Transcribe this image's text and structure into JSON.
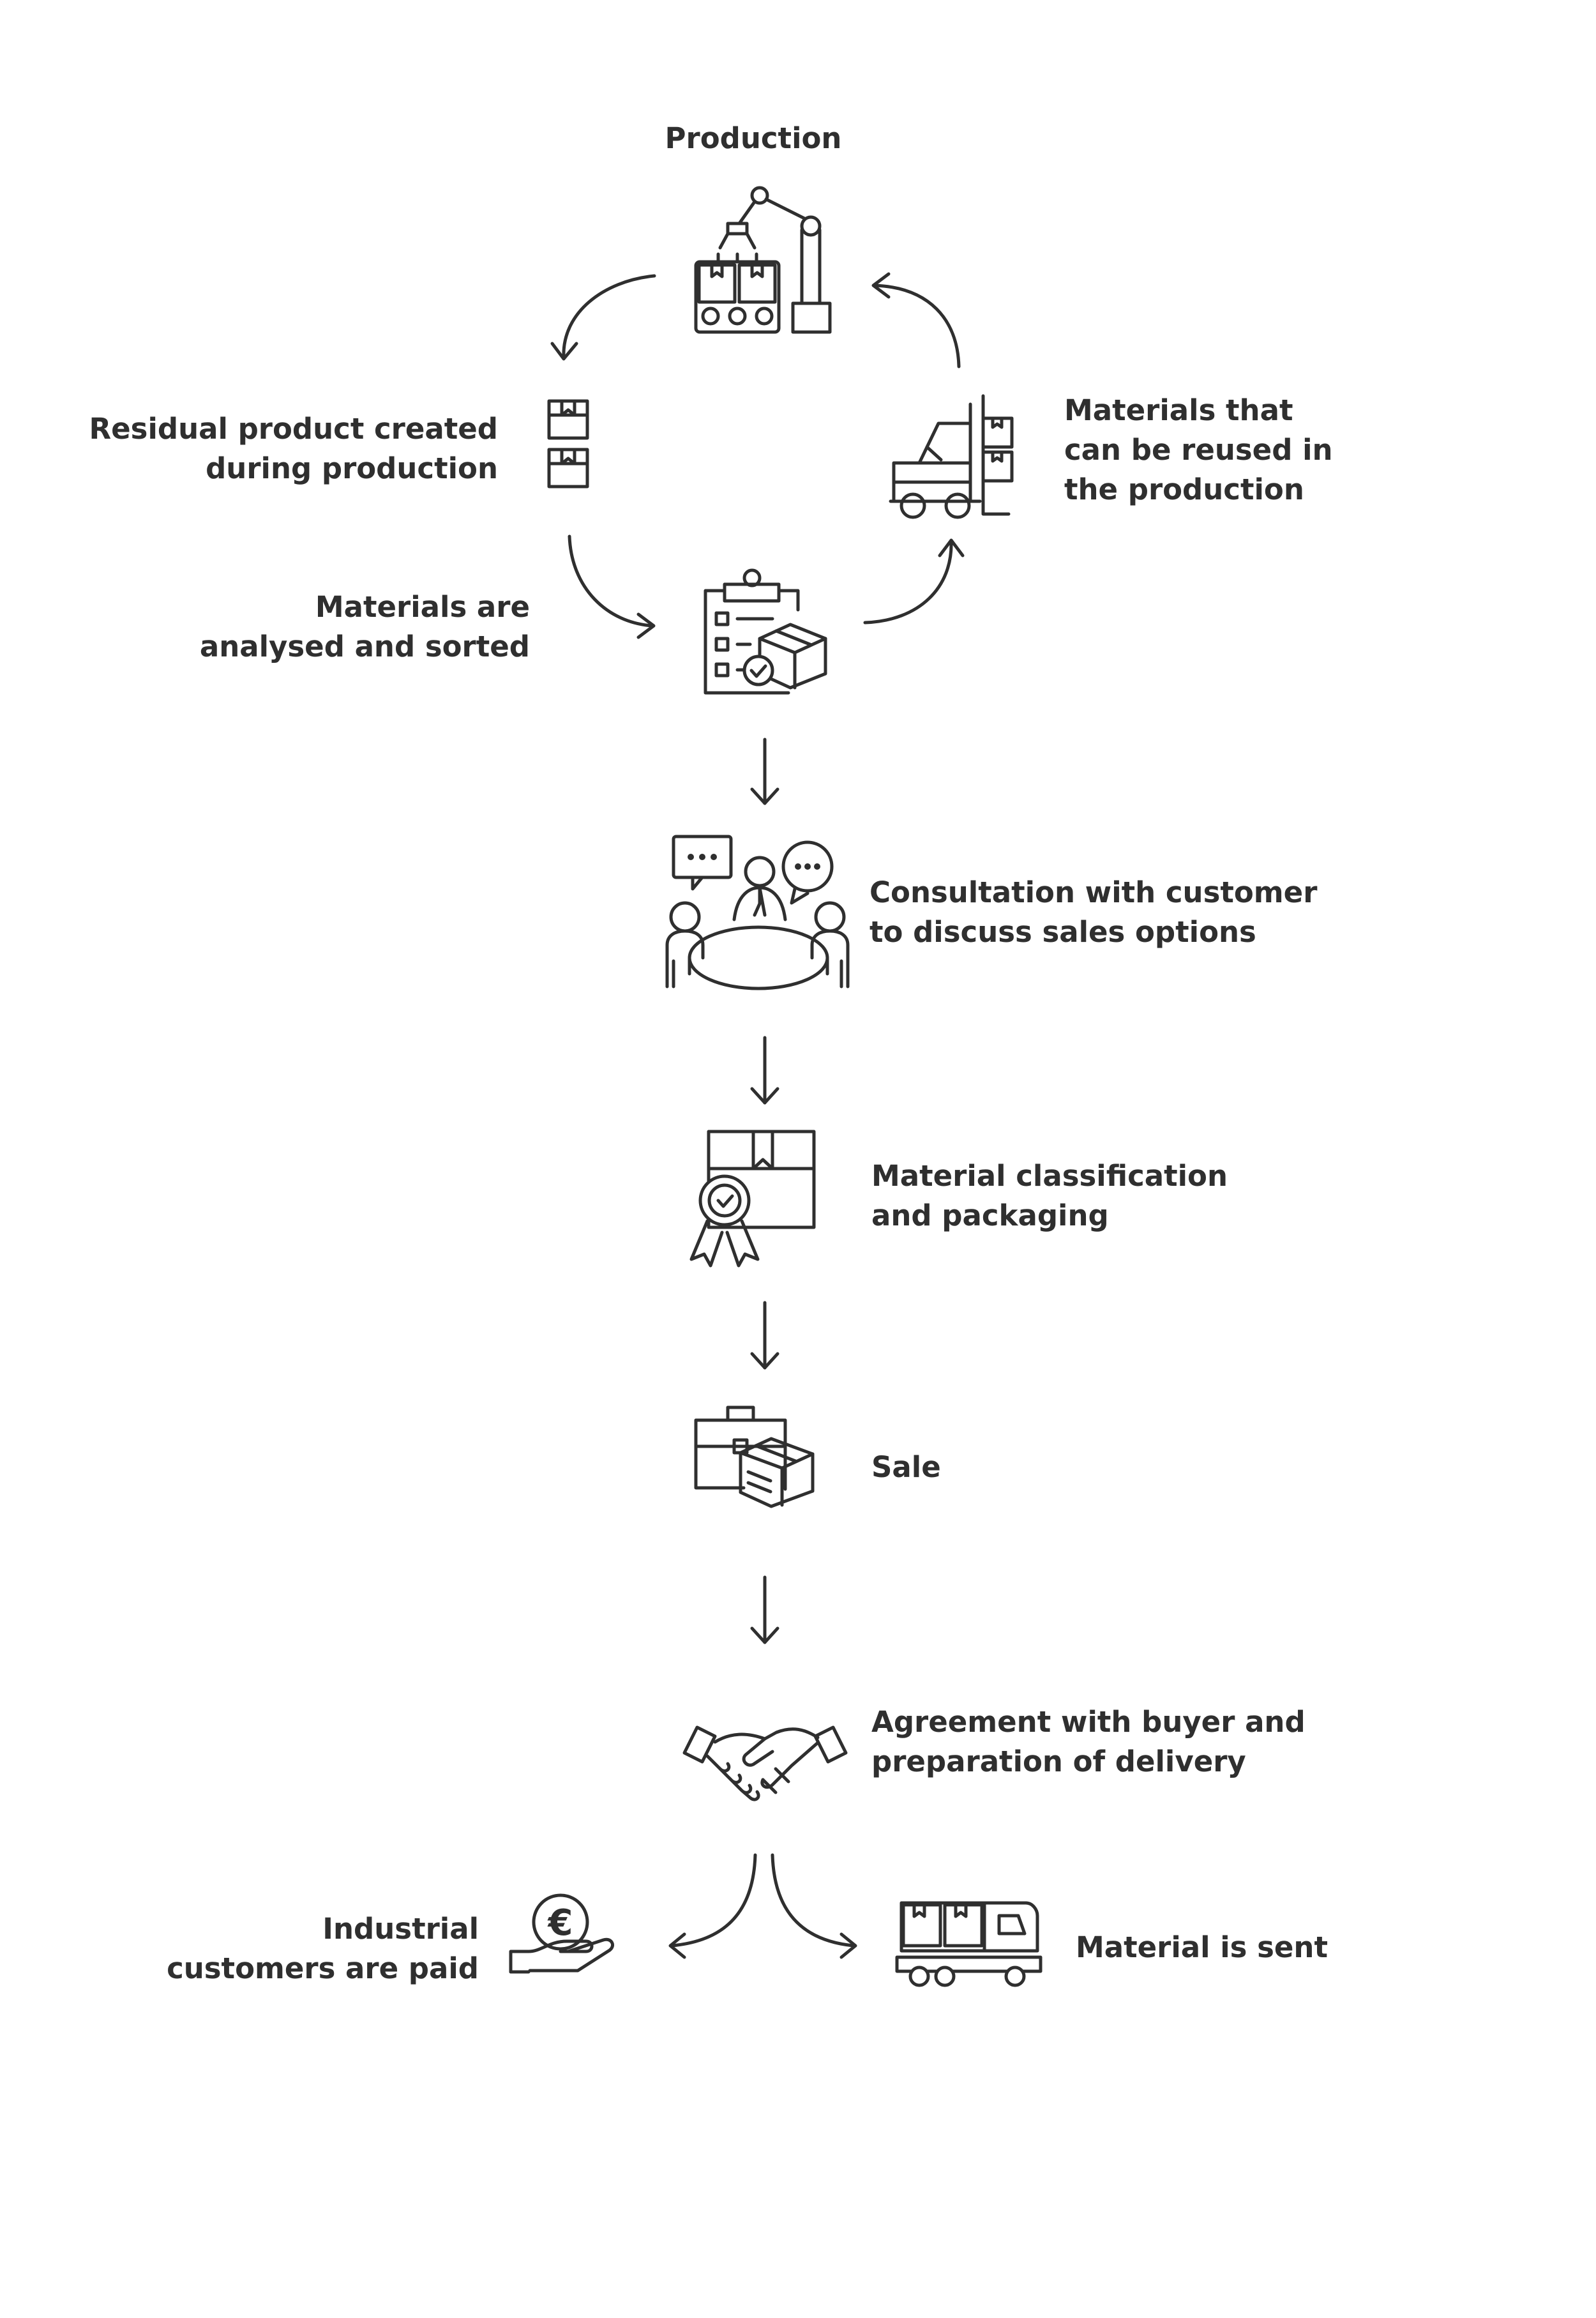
{
  "steps": {
    "production": "Production",
    "residual": [
      "Residual product created",
      "during production"
    ],
    "analysed": [
      "Materials are",
      "analysed and sorted"
    ],
    "reused": [
      "Materials that",
      "can be reused in",
      "the production"
    ],
    "consultation": [
      "Consultation with customer",
      "to discuss sales options"
    ],
    "classification": [
      "Material classification",
      "and packaging"
    ],
    "sale": "Sale",
    "agreement": [
      "Agreement with buyer and",
      "preparation of delivery"
    ],
    "paid": [
      "Industrial",
      "customers are paid"
    ],
    "sent": "Material is sent"
  },
  "icons": {
    "production": "robot-arm-conveyor-icon",
    "residual": "stacked-boxes-icon",
    "reused": "forklift-icon",
    "analysed": "clipboard-checklist-icon",
    "consultation": "meeting-table-icon",
    "classification": "certified-package-icon",
    "sale": "briefcase-package-icon",
    "agreement": "handshake-icon",
    "paid": "euro-coin-hand-icon",
    "sent": "delivery-truck-icon",
    "euro_symbol": "€"
  },
  "colors": {
    "ink": "#2f2f2f",
    "background": "#ffffff"
  }
}
